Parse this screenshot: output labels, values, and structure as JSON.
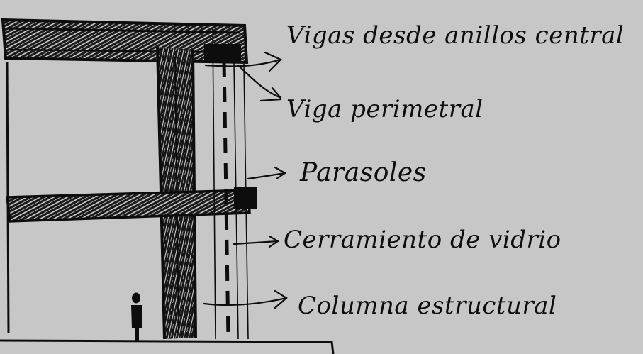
{
  "annotations": {
    "beams_from_central_rings": "Vigas desde anillos central",
    "perimeter_beam": "Viga perimetral",
    "sunshades": "Parasoles",
    "glass_enclosure": "Cerramiento de vidrio",
    "structural_column": "Columna estructural"
  },
  "colors": {
    "background": "#c7c7c7",
    "ink": "#0d0d0d"
  }
}
